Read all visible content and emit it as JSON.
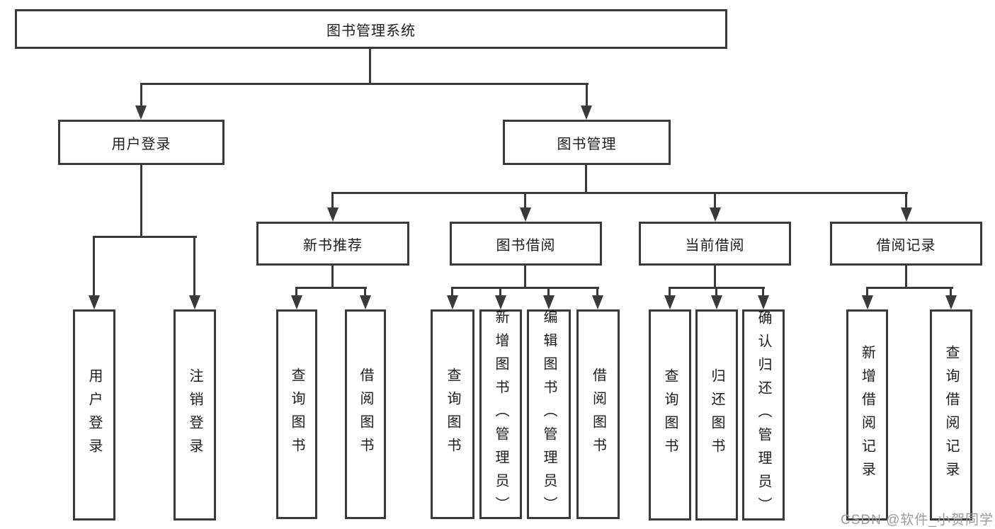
{
  "diagram": {
    "root": {
      "label": "图书管理系统"
    },
    "branches": [
      {
        "label": "用户登录",
        "children": [
          {
            "label": "用户登录"
          },
          {
            "label": "注销登录"
          }
        ]
      },
      {
        "label": "图书管理",
        "children": [
          {
            "label": "新书推荐",
            "children": [
              {
                "label": "查询图书"
              },
              {
                "label": "借阅图书"
              }
            ]
          },
          {
            "label": "图书借阅",
            "children": [
              {
                "label": "查询图书"
              },
              {
                "label": "新增图书（管理员）"
              },
              {
                "label": "编辑图书（管理员）"
              },
              {
                "label": "借阅图书"
              }
            ]
          },
          {
            "label": "当前借阅",
            "children": [
              {
                "label": "查询图书"
              },
              {
                "label": "归还图书"
              },
              {
                "label": "确认归还（管理员）"
              }
            ]
          },
          {
            "label": "借阅记录",
            "children": [
              {
                "label": "新增借阅记录"
              },
              {
                "label": "查询借阅记录"
              }
            ]
          }
        ]
      }
    ]
  },
  "watermark": {
    "text": "CSDN @软件_小贺同学",
    "color": "#9b9b9b"
  },
  "colors": {
    "line": "#3a3a3a",
    "text": "#1c1c1c",
    "background": "#ffffff"
  }
}
